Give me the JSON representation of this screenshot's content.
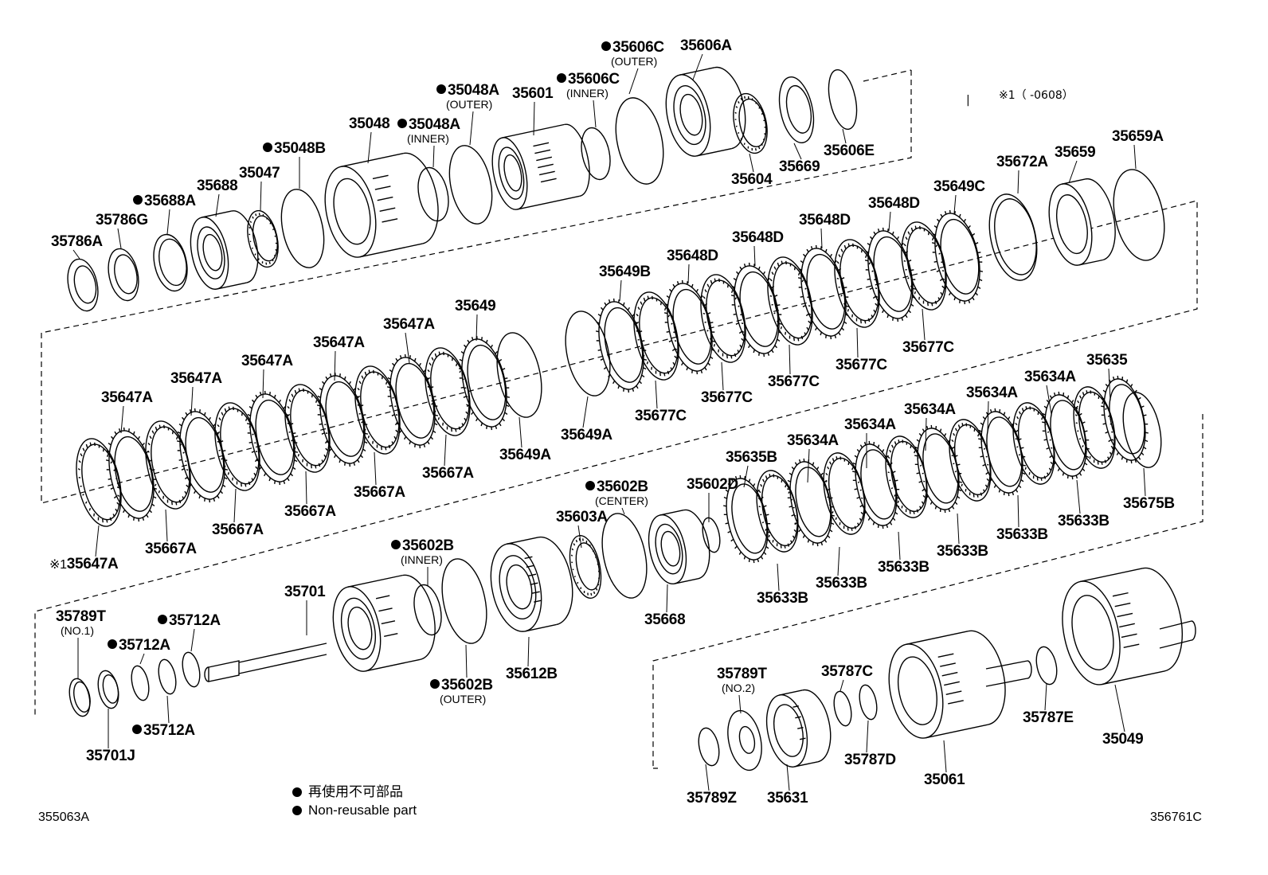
{
  "diagram": {
    "part_labels": [
      {
        "name": "35606C",
        "text": "35606C",
        "nr": true,
        "sub": "(OUTER)"
      },
      {
        "name": "35606A",
        "text": "35606A",
        "nr": false
      },
      {
        "name": "35048A-outer",
        "text": "35048A",
        "nr": true,
        "sub": "(OUTER)"
      },
      {
        "name": "35601",
        "text": "35601",
        "nr": false
      },
      {
        "name": "35606C-inner",
        "text": "35606C",
        "nr": true,
        "sub": "(INNER)"
      },
      {
        "name": "35048",
        "text": "35048",
        "nr": false
      },
      {
        "name": "35048A-inner",
        "text": "35048A",
        "nr": true,
        "sub": "(INNER)"
      },
      {
        "name": "35048B",
        "text": "35048B",
        "nr": true
      },
      {
        "name": "35688",
        "text": "35688",
        "nr": false
      },
      {
        "name": "35047",
        "text": "35047",
        "nr": false
      },
      {
        "name": "35688A",
        "text": "35688A",
        "nr": true
      },
      {
        "name": "35786G",
        "text": "35786G",
        "nr": false
      },
      {
        "name": "35786A",
        "text": "35786A",
        "nr": false
      },
      {
        "name": "35604",
        "text": "35604",
        "nr": false
      },
      {
        "name": "35669",
        "text": "35669",
        "nr": false
      },
      {
        "name": "35606E",
        "text": "35606E",
        "nr": false
      },
      {
        "name": "35672A",
        "text": "35672A",
        "nr": false
      },
      {
        "name": "35659",
        "text": "35659",
        "nr": false
      },
      {
        "name": "35659A",
        "text": "35659A",
        "nr": false
      },
      {
        "name": "35649C",
        "text": "35649C",
        "nr": false
      },
      {
        "name": "35648D-1",
        "text": "35648D",
        "nr": false
      },
      {
        "name": "35648D-2",
        "text": "35648D",
        "nr": false
      },
      {
        "name": "35648D-3",
        "text": "35648D",
        "nr": false
      },
      {
        "name": "35648D-4",
        "text": "35648D",
        "nr": false
      },
      {
        "name": "35649B",
        "text": "35649B",
        "nr": false
      },
      {
        "name": "35649",
        "text": "35649",
        "nr": false
      },
      {
        "name": "35647A-1",
        "text": "35647A",
        "nr": false
      },
      {
        "name": "35647A-2",
        "text": "35647A",
        "nr": false
      },
      {
        "name": "35647A-3",
        "text": "35647A",
        "nr": false
      },
      {
        "name": "35647A-4",
        "text": "35647A",
        "nr": false
      },
      {
        "name": "35647A-5",
        "text": "35647A",
        "nr": false
      },
      {
        "name": "35677C-1",
        "text": "35677C",
        "nr": false
      },
      {
        "name": "35677C-2",
        "text": "35677C",
        "nr": false
      },
      {
        "name": "35677C-3",
        "text": "35677C",
        "nr": false
      },
      {
        "name": "35677C-4",
        "text": "35677C",
        "nr": false
      },
      {
        "name": "35677C-5",
        "text": "35677C",
        "nr": false
      },
      {
        "name": "35649A-1",
        "text": "35649A",
        "nr": false
      },
      {
        "name": "35649A-2",
        "text": "35649A",
        "nr": false
      },
      {
        "name": "35667A-1",
        "text": "35667A",
        "nr": false
      },
      {
        "name": "35667A-2",
        "text": "35667A",
        "nr": false
      },
      {
        "name": "35667A-3",
        "text": "35667A",
        "nr": false
      },
      {
        "name": "35667A-4",
        "text": "35667A",
        "nr": false
      },
      {
        "name": "35667A-5",
        "text": "35667A",
        "nr": false
      },
      {
        "name": "35647A-6",
        "text": "35647A",
        "nr": false
      },
      {
        "name": "35635",
        "text": "35635",
        "nr": false
      },
      {
        "name": "35634A-1",
        "text": "35634A",
        "nr": false
      },
      {
        "name": "35634A-2",
        "text": "35634A",
        "nr": false
      },
      {
        "name": "35634A-3",
        "text": "35634A",
        "nr": false
      },
      {
        "name": "35634A-4",
        "text": "35634A",
        "nr": false
      },
      {
        "name": "35634A-5",
        "text": "35634A",
        "nr": false
      },
      {
        "name": "35635B",
        "text": "35635B",
        "nr": false
      },
      {
        "name": "35602D",
        "text": "35602D",
        "nr": false
      },
      {
        "name": "35602B-center",
        "text": "35602B",
        "nr": true,
        "sub": "(CENTER)"
      },
      {
        "name": "35603A",
        "text": "35603A",
        "nr": false
      },
      {
        "name": "35675B",
        "text": "35675B",
        "nr": false
      },
      {
        "name": "35633B-1",
        "text": "35633B",
        "nr": false
      },
      {
        "name": "35633B-2",
        "text": "35633B",
        "nr": false
      },
      {
        "name": "35633B-3",
        "text": "35633B",
        "nr": false
      },
      {
        "name": "35633B-4",
        "text": "35633B",
        "nr": false
      },
      {
        "name": "35633B-5",
        "text": "35633B",
        "nr": false
      },
      {
        "name": "35633B-6",
        "text": "35633B",
        "nr": false
      },
      {
        "name": "35668",
        "text": "35668",
        "nr": false
      },
      {
        "name": "35602B-inner",
        "text": "35602B",
        "nr": true,
        "sub": "(INNER)"
      },
      {
        "name": "35701",
        "text": "35701",
        "nr": false
      },
      {
        "name": "35789T-no1",
        "text": "35789T",
        "nr": false,
        "sub": "(NO.1)"
      },
      {
        "name": "35712A-1",
        "text": "35712A",
        "nr": true
      },
      {
        "name": "35712A-2",
        "text": "35712A",
        "nr": true
      },
      {
        "name": "35712A-3",
        "text": "35712A",
        "nr": true
      },
      {
        "name": "35701J",
        "text": "35701J",
        "nr": false
      },
      {
        "name": "35602B-outer",
        "text": "35602B",
        "nr": true,
        "sub": "(OUTER)"
      },
      {
        "name": "35612B",
        "text": "35612B",
        "nr": false
      },
      {
        "name": "35789T-no2",
        "text": "35789T",
        "nr": false,
        "sub": "(NO.2)"
      },
      {
        "name": "35787C",
        "text": "35787C",
        "nr": false
      },
      {
        "name": "35787E",
        "text": "35787E",
        "nr": false
      },
      {
        "name": "35049",
        "text": "35049",
        "nr": false
      },
      {
        "name": "35787D",
        "text": "35787D",
        "nr": false
      },
      {
        "name": "35061",
        "text": "35061",
        "nr": false
      },
      {
        "name": "35789Z",
        "text": "35789Z",
        "nr": false
      },
      {
        "name": "35631",
        "text": "35631",
        "nr": false
      }
    ],
    "note_marker_label": "※1",
    "note_marker_bar": "|",
    "note_text": "※1（      -0608）",
    "legend_japanese": "再使用不可部品",
    "legend_english": "Non-reusable part",
    "figure_code_left": "355063A",
    "figure_code_right": "356761C"
  }
}
